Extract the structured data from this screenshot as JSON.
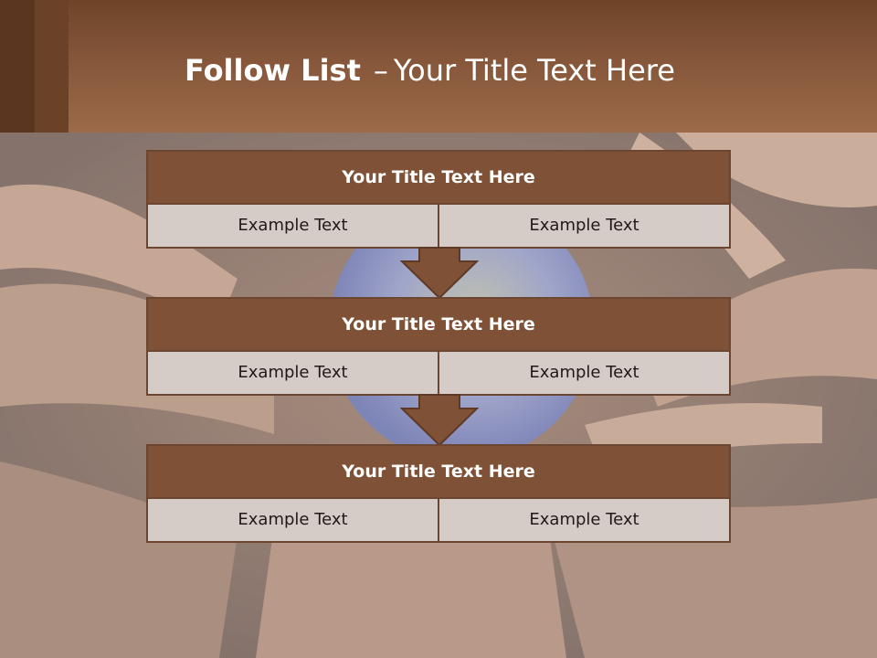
{
  "slide": {
    "title_bold": "Follow List",
    "title_separator": "–",
    "title_rest": "Your Title Text Here"
  },
  "list": [
    {
      "title": "Your Title Text Here",
      "left": "Example Text",
      "right": "Example Text"
    },
    {
      "title": "Your Title Text Here",
      "left": "Example Text",
      "right": "Example Text"
    },
    {
      "title": "Your Title Text Here",
      "left": "Example Text",
      "right": "Example Text"
    }
  ],
  "colors": {
    "header_brown": "#85563a",
    "box_header": "#7f5237",
    "box_border": "#6d4631",
    "box_cell": "#d6ccc7"
  }
}
